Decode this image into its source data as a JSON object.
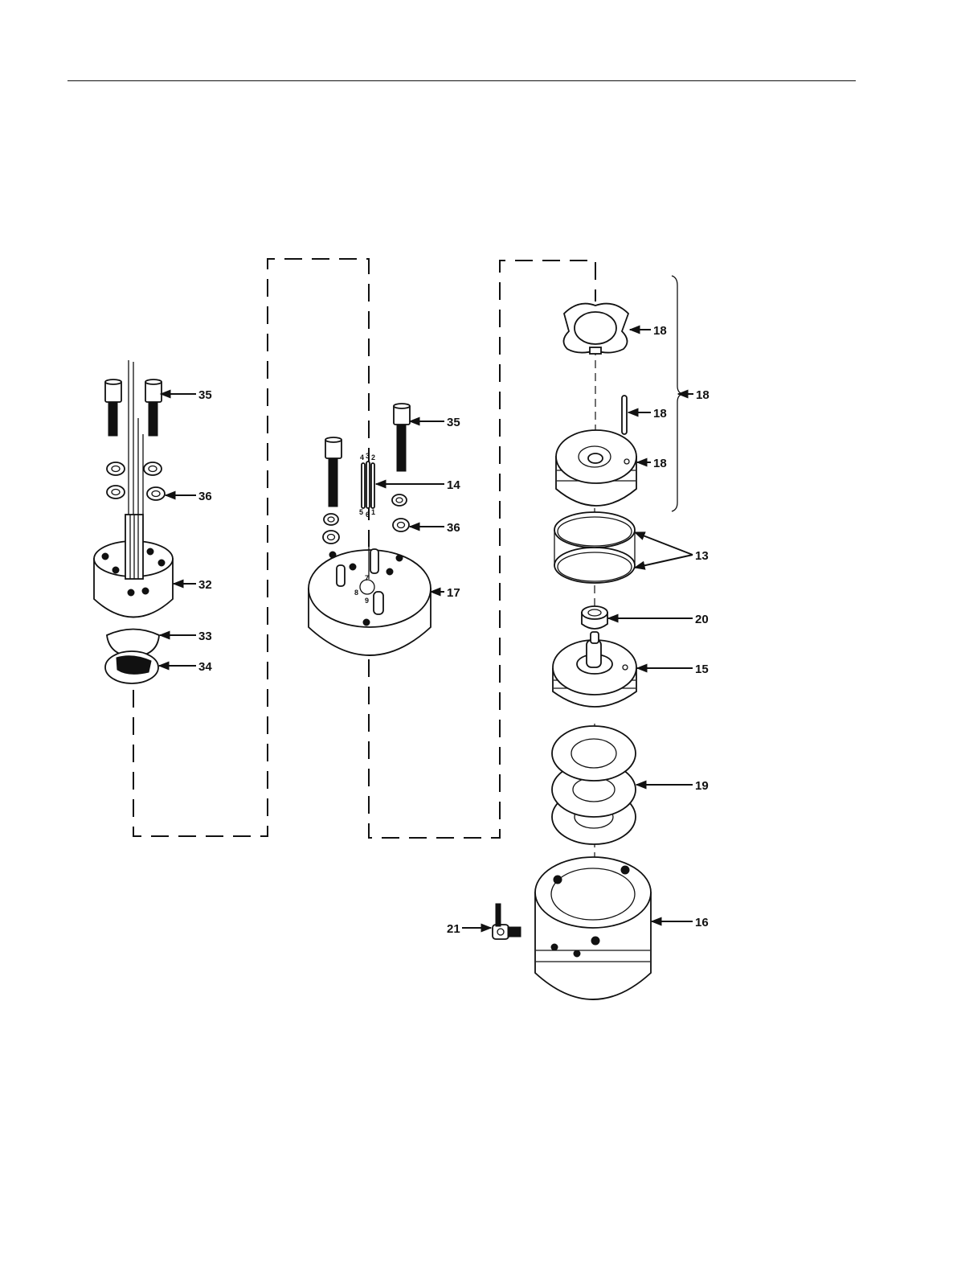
{
  "diagram": {
    "callouts": {
      "c35_left": "35",
      "c36_left": "36",
      "c32": "32",
      "c33": "33",
      "c34": "34",
      "c35_mid": "35",
      "c14": "14",
      "c36_mid": "36",
      "c17": "17",
      "c18_ring": "18",
      "c18_group": "18",
      "c18_pin": "18",
      "c18_body": "18",
      "c13": "13",
      "c20": "20",
      "c15": "15",
      "c19": "19",
      "c21": "21",
      "c16": "16"
    },
    "pin_numbers": {
      "top_4": "4",
      "top_3": "3",
      "top_2": "2",
      "bot_5": "5",
      "bot_6": "6",
      "bot_1": "1"
    },
    "dial_numbers": {
      "d7": "7",
      "d8": "8",
      "d9": "9"
    }
  }
}
